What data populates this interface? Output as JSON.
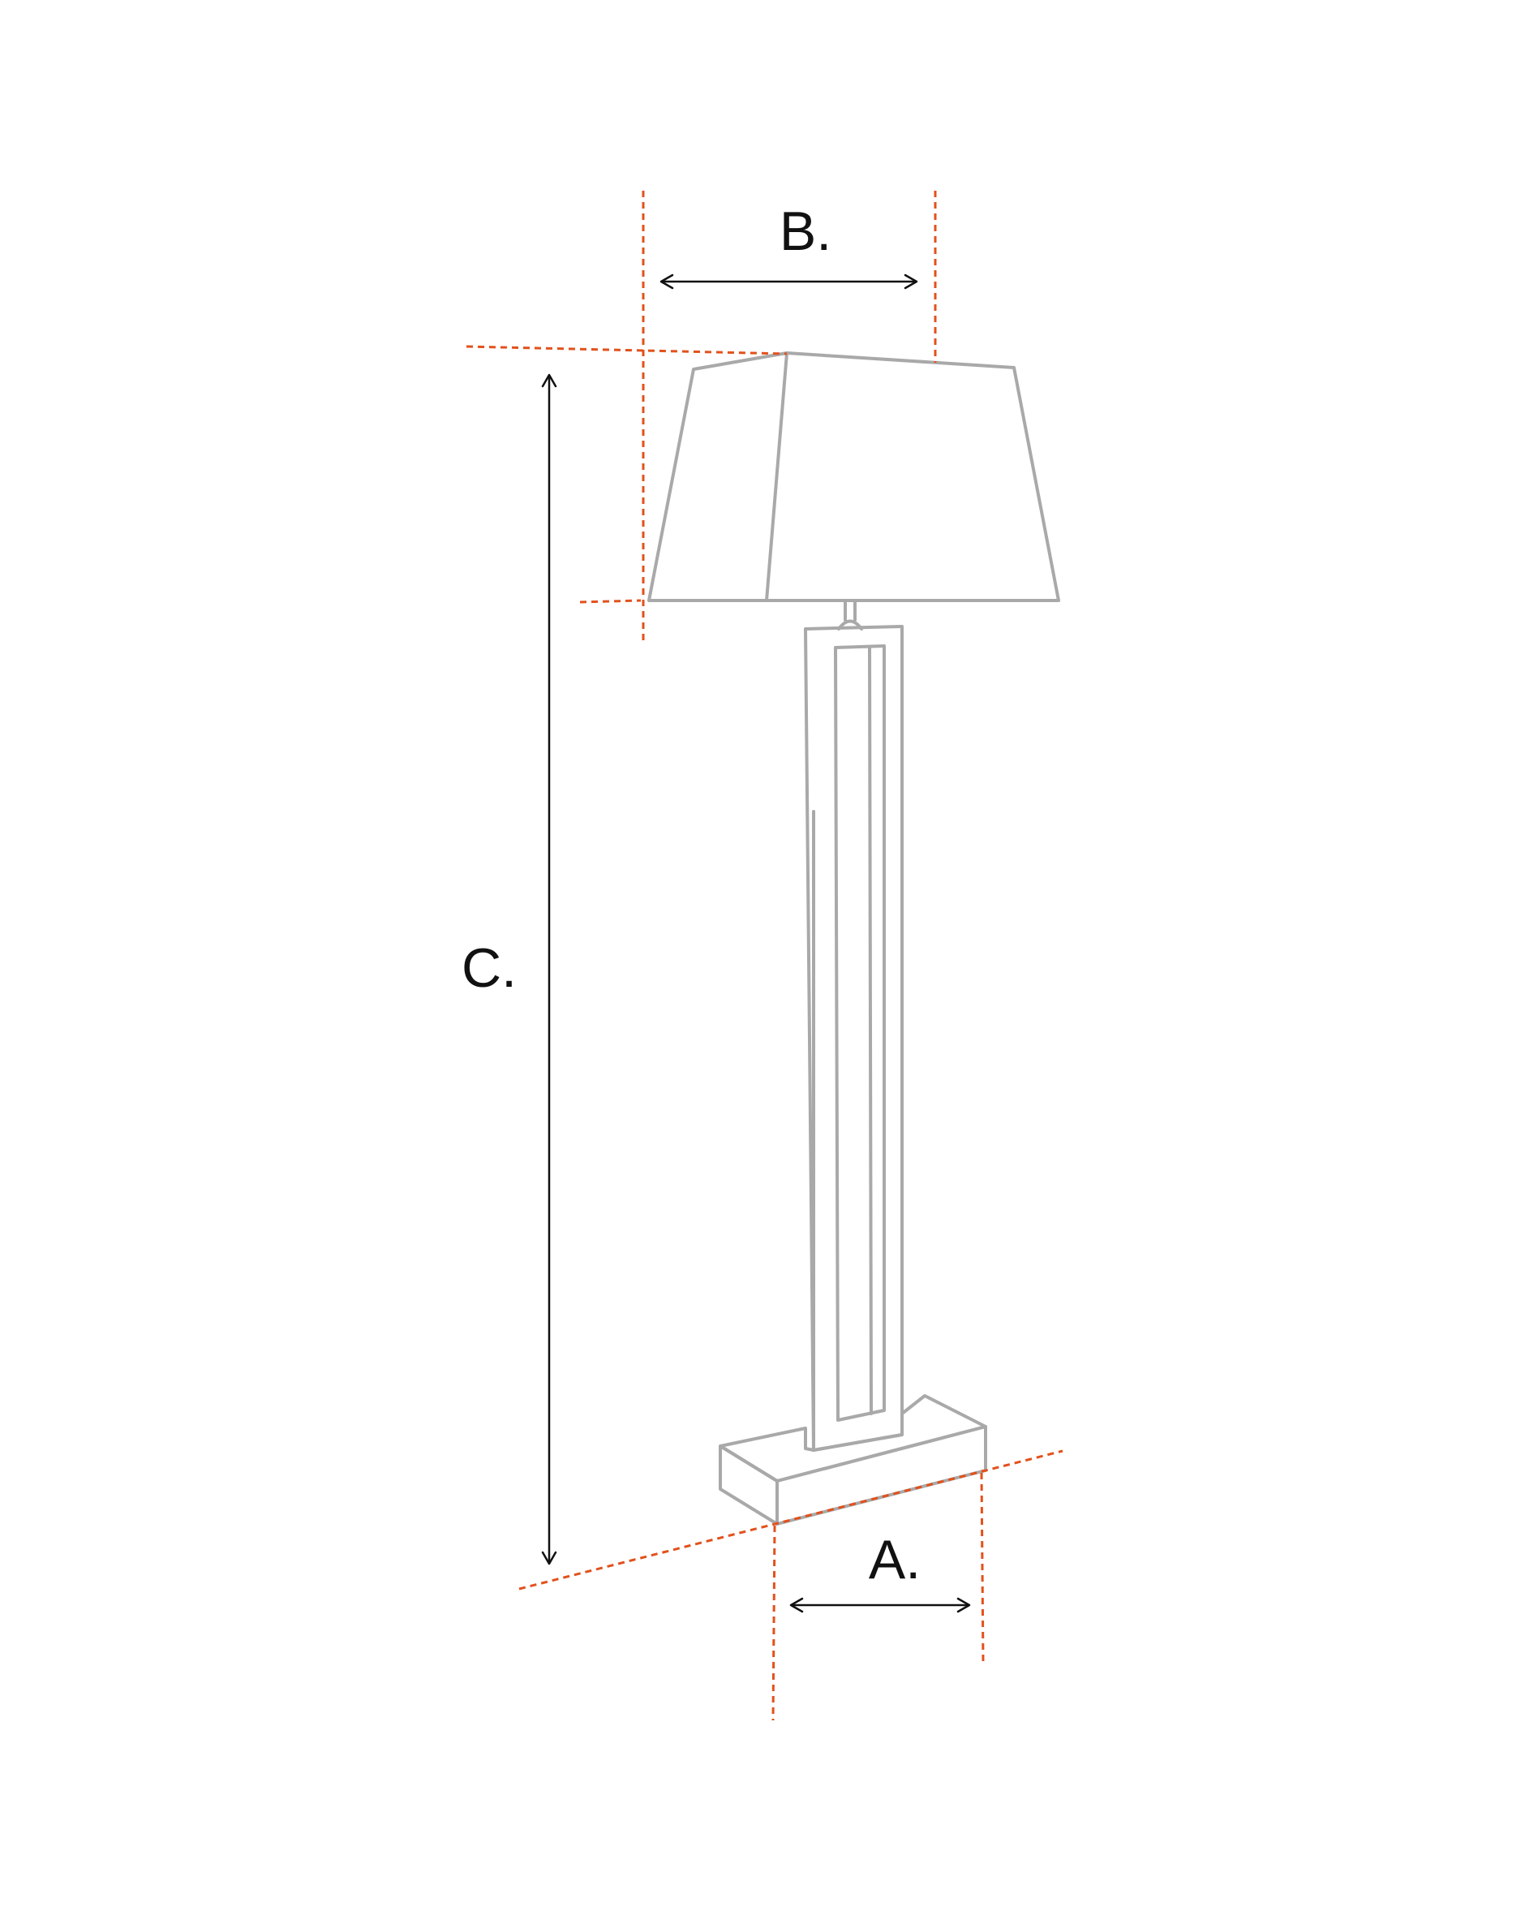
{
  "labels": {
    "a": "A.",
    "b": "B.",
    "c": "C."
  },
  "colors": {
    "outline": "#a9a9a9",
    "guide": "#e2511c",
    "dimension": "#111111",
    "background": "#ffffff"
  }
}
